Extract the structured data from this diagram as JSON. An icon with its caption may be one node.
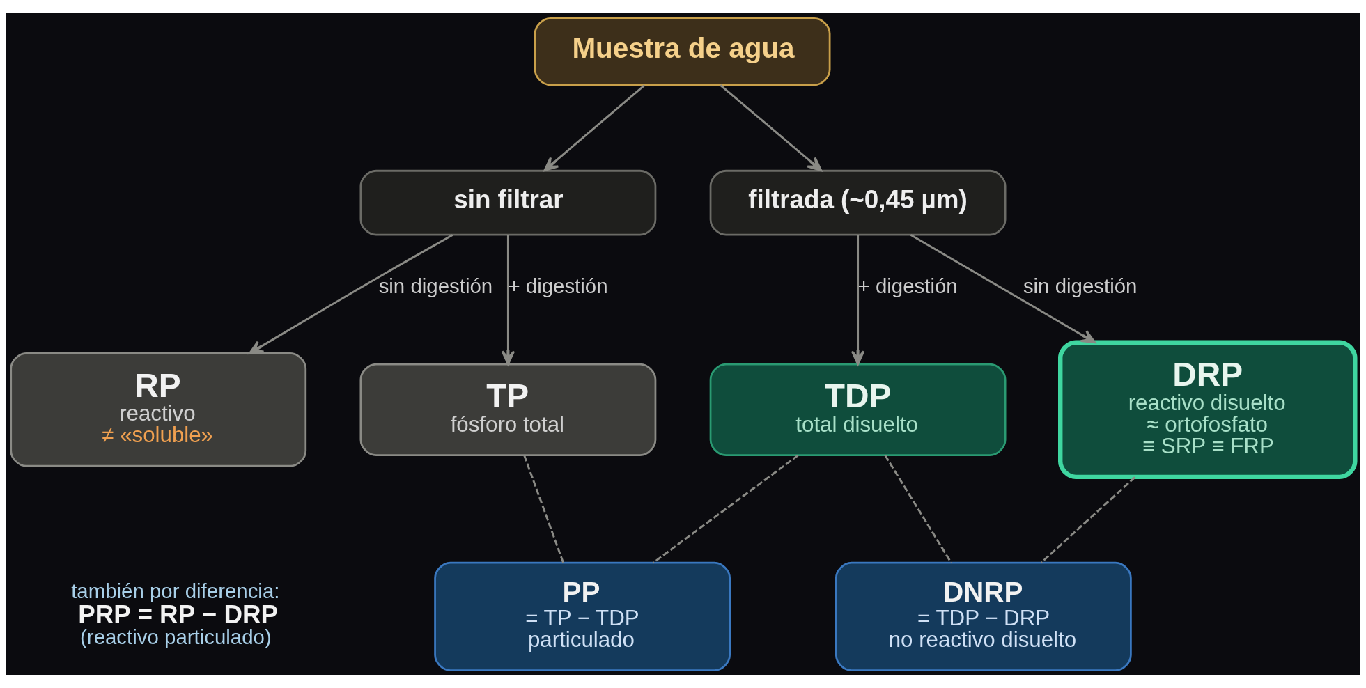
{
  "diagram": {
    "nodes": [
      {
        "text": [
          "Muestra de agua"
        ]
      },
      {
        "text": [
          "sin filtrar"
        ]
      },
      {
        "text": [
          "filtrada (~0,45 µm)"
        ]
      },
      {
        "text": [
          "RP",
          "reactivo",
          "≠ «soluble»"
        ]
      },
      {
        "text": [
          "TP",
          "fósforo total"
        ]
      },
      {
        "text": [
          "TDP",
          "total disuelto"
        ]
      },
      {
        "text": [
          "DRP",
          "reactivo disuelto",
          "≈ ortofosfato",
          "≡ SRP ≡ FRP"
        ]
      },
      {
        "text": [
          "PP",
          "= TP − TDP",
          "particulado"
        ]
      },
      {
        "text": [
          "DNRP",
          "= TDP − DRP",
          "no reactivo disuelto"
        ]
      }
    ],
    "edges": [
      {
        "from": 0,
        "to": 1,
        "arrow": "to"
      },
      {
        "from": 0,
        "to": 2,
        "arrow": "to"
      },
      {
        "from": 1,
        "to": 3,
        "arrow": "to",
        "label": "sin digestión"
      },
      {
        "from": 1,
        "to": 4,
        "arrow": "to",
        "label": "+ digestión"
      },
      {
        "from": 2,
        "to": 5,
        "arrow": "to",
        "label": "+ digestión"
      },
      {
        "from": 2,
        "to": 6,
        "arrow": "to",
        "label": "sin digestión"
      },
      {
        "from": 4,
        "to": 7,
        "arrow": "none",
        "style": "dashed"
      },
      {
        "from": 5,
        "to": 7,
        "arrow": "none",
        "style": "dashed"
      },
      {
        "from": 5,
        "to": 8,
        "arrow": "none",
        "style": "dashed"
      },
      {
        "from": 6,
        "to": 8,
        "arrow": "none",
        "style": "dashed"
      }
    ],
    "labels": [
      "también por diferencia:",
      "PRP = RP − DRP",
      "(reactivo particulado)"
    ]
  }
}
